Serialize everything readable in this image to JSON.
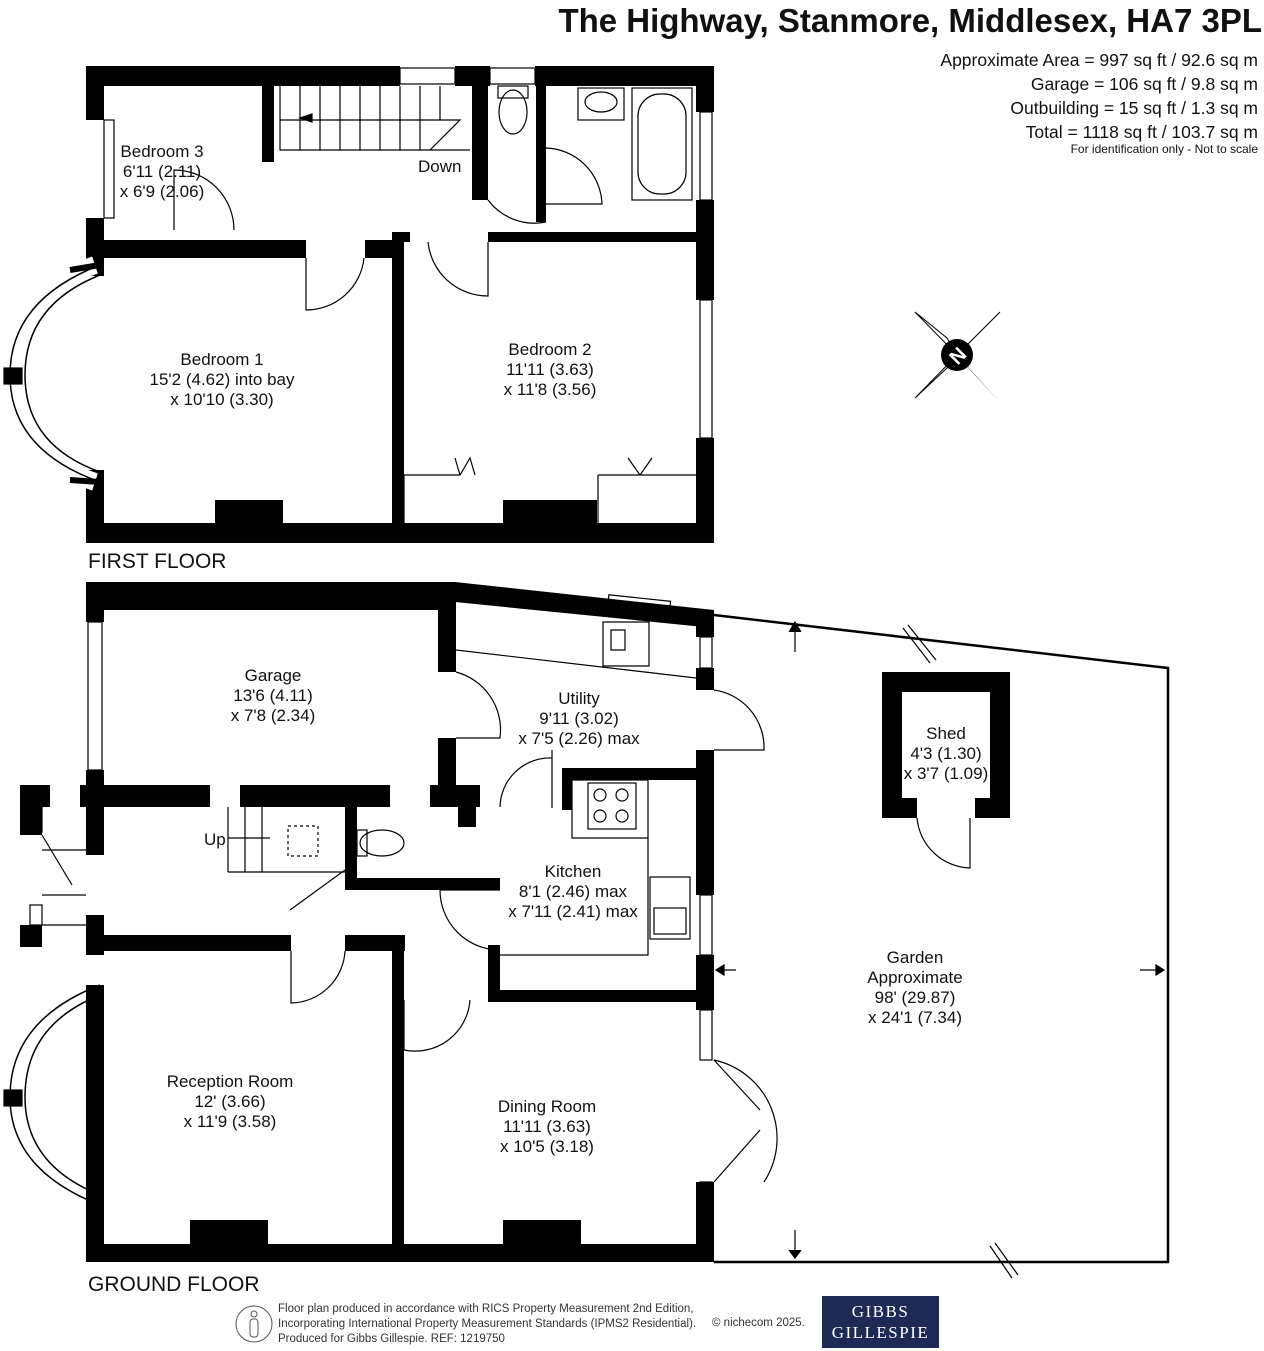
{
  "header": {
    "title": "The Highway, Stanmore, Middlesex, HA7 3PL",
    "areas": [
      "Approximate Area = 997 sq ft / 92.6 sq m",
      "Garage = 106 sq ft / 9.8 sq m",
      "Outbuilding = 15 sq ft / 1.3 sq m",
      "Total = 1118 sq ft / 103.7 sq m"
    ],
    "note": "For identification only - Not to scale"
  },
  "first_floor": {
    "label": "FIRST FLOOR",
    "rooms": [
      {
        "name": "Bedroom 3",
        "dims": [
          "6'11 (2.11)",
          "x 6'9 (2.06)"
        ]
      },
      {
        "name": "Bedroom 1",
        "dims": [
          "15'2 (4.62) into bay",
          "x 10'10 (3.30)"
        ]
      },
      {
        "name": "Bedroom 2",
        "dims": [
          "11'11 (3.63)",
          "x 11'8 (3.56)"
        ]
      }
    ],
    "stairs_label": "Down"
  },
  "ground_floor": {
    "label": "GROUND FLOOR",
    "rooms": [
      {
        "name": "Garage",
        "dims": [
          "13'6 (4.11)",
          "x 7'8 (2.34)"
        ]
      },
      {
        "name": "Utility",
        "dims": [
          "9'11 (3.02)",
          "x 7'5 (2.26) max"
        ]
      },
      {
        "name": "Kitchen",
        "dims": [
          "8'1 (2.46) max",
          "x 7'11 (2.41) max"
        ]
      },
      {
        "name": "Reception Room",
        "dims": [
          "12' (3.66)",
          "x 11'9 (3.58)"
        ]
      },
      {
        "name": "Dining Room",
        "dims": [
          "11'11 (3.63)",
          "x 10'5 (3.18)"
        ]
      },
      {
        "name": "Garden",
        "dims": [
          "Approximate",
          "98' (29.87)",
          "x 24'1 (7.34)"
        ]
      },
      {
        "name": "Shed",
        "dims": [
          "4'3 (1.30)",
          "x 3'7 (1.09)"
        ]
      }
    ],
    "stairs_label": "Up"
  },
  "compass": {
    "letter": "N"
  },
  "footer": {
    "lines": [
      "Floor plan produced in accordance with RICS Property Measurement 2nd Edition,",
      "Incorporating International Property Measurement Standards (IPMS2 Residential).",
      "Produced for Gibbs Gillespie.   REF:  1219750"
    ],
    "copyright": "© nichecom 2025.",
    "logo": [
      "GIBBS",
      "GILLESPIE"
    ],
    "logo_color": "#1d2a55"
  },
  "colors": {
    "wall": "#000000",
    "fixture": "#666666"
  }
}
